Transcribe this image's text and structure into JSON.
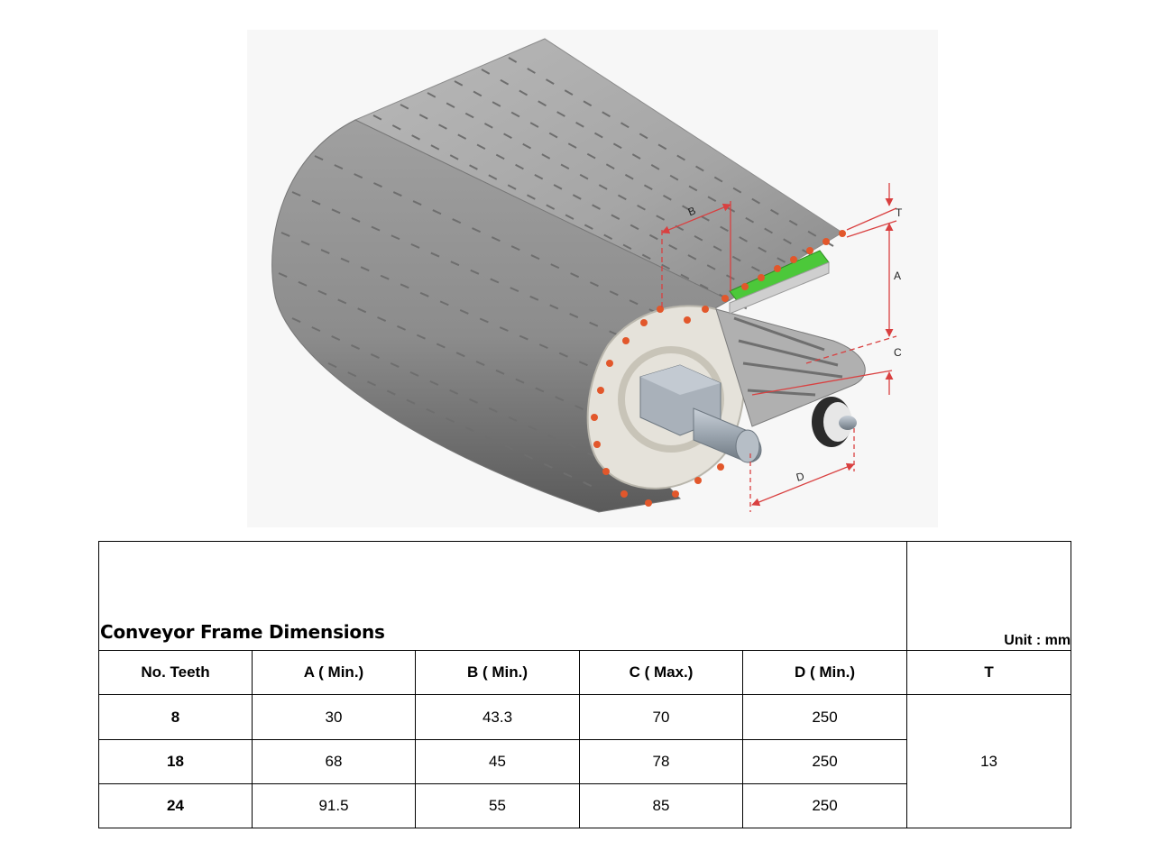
{
  "figure": {
    "labels": {
      "a": "A",
      "b": "B",
      "c": "C",
      "d": "D",
      "t": "T"
    }
  },
  "table": {
    "title": "Conveyor Frame Dimensions",
    "unit": "Unit : mm",
    "headers": [
      "No. Teeth",
      "A ( Min.)",
      "B ( Min.)",
      "C ( Max.)",
      "D ( Min.)",
      "T"
    ],
    "rows": [
      {
        "teeth": "8",
        "a": "30",
        "b": "43.3",
        "c": "70",
        "d": "250"
      },
      {
        "teeth": "18",
        "a": "68",
        "b": "45",
        "c": "78",
        "d": "250"
      },
      {
        "teeth": "24",
        "a": "91.5",
        "b": "55",
        "c": "85",
        "d": "250"
      }
    ],
    "t_value": "13"
  },
  "colors": {
    "belt": "#a9a9a9",
    "pin": "#e2572b",
    "sprocket": "#e5e2da",
    "highlight": "#4cc83a",
    "dimension": "#d94040"
  }
}
